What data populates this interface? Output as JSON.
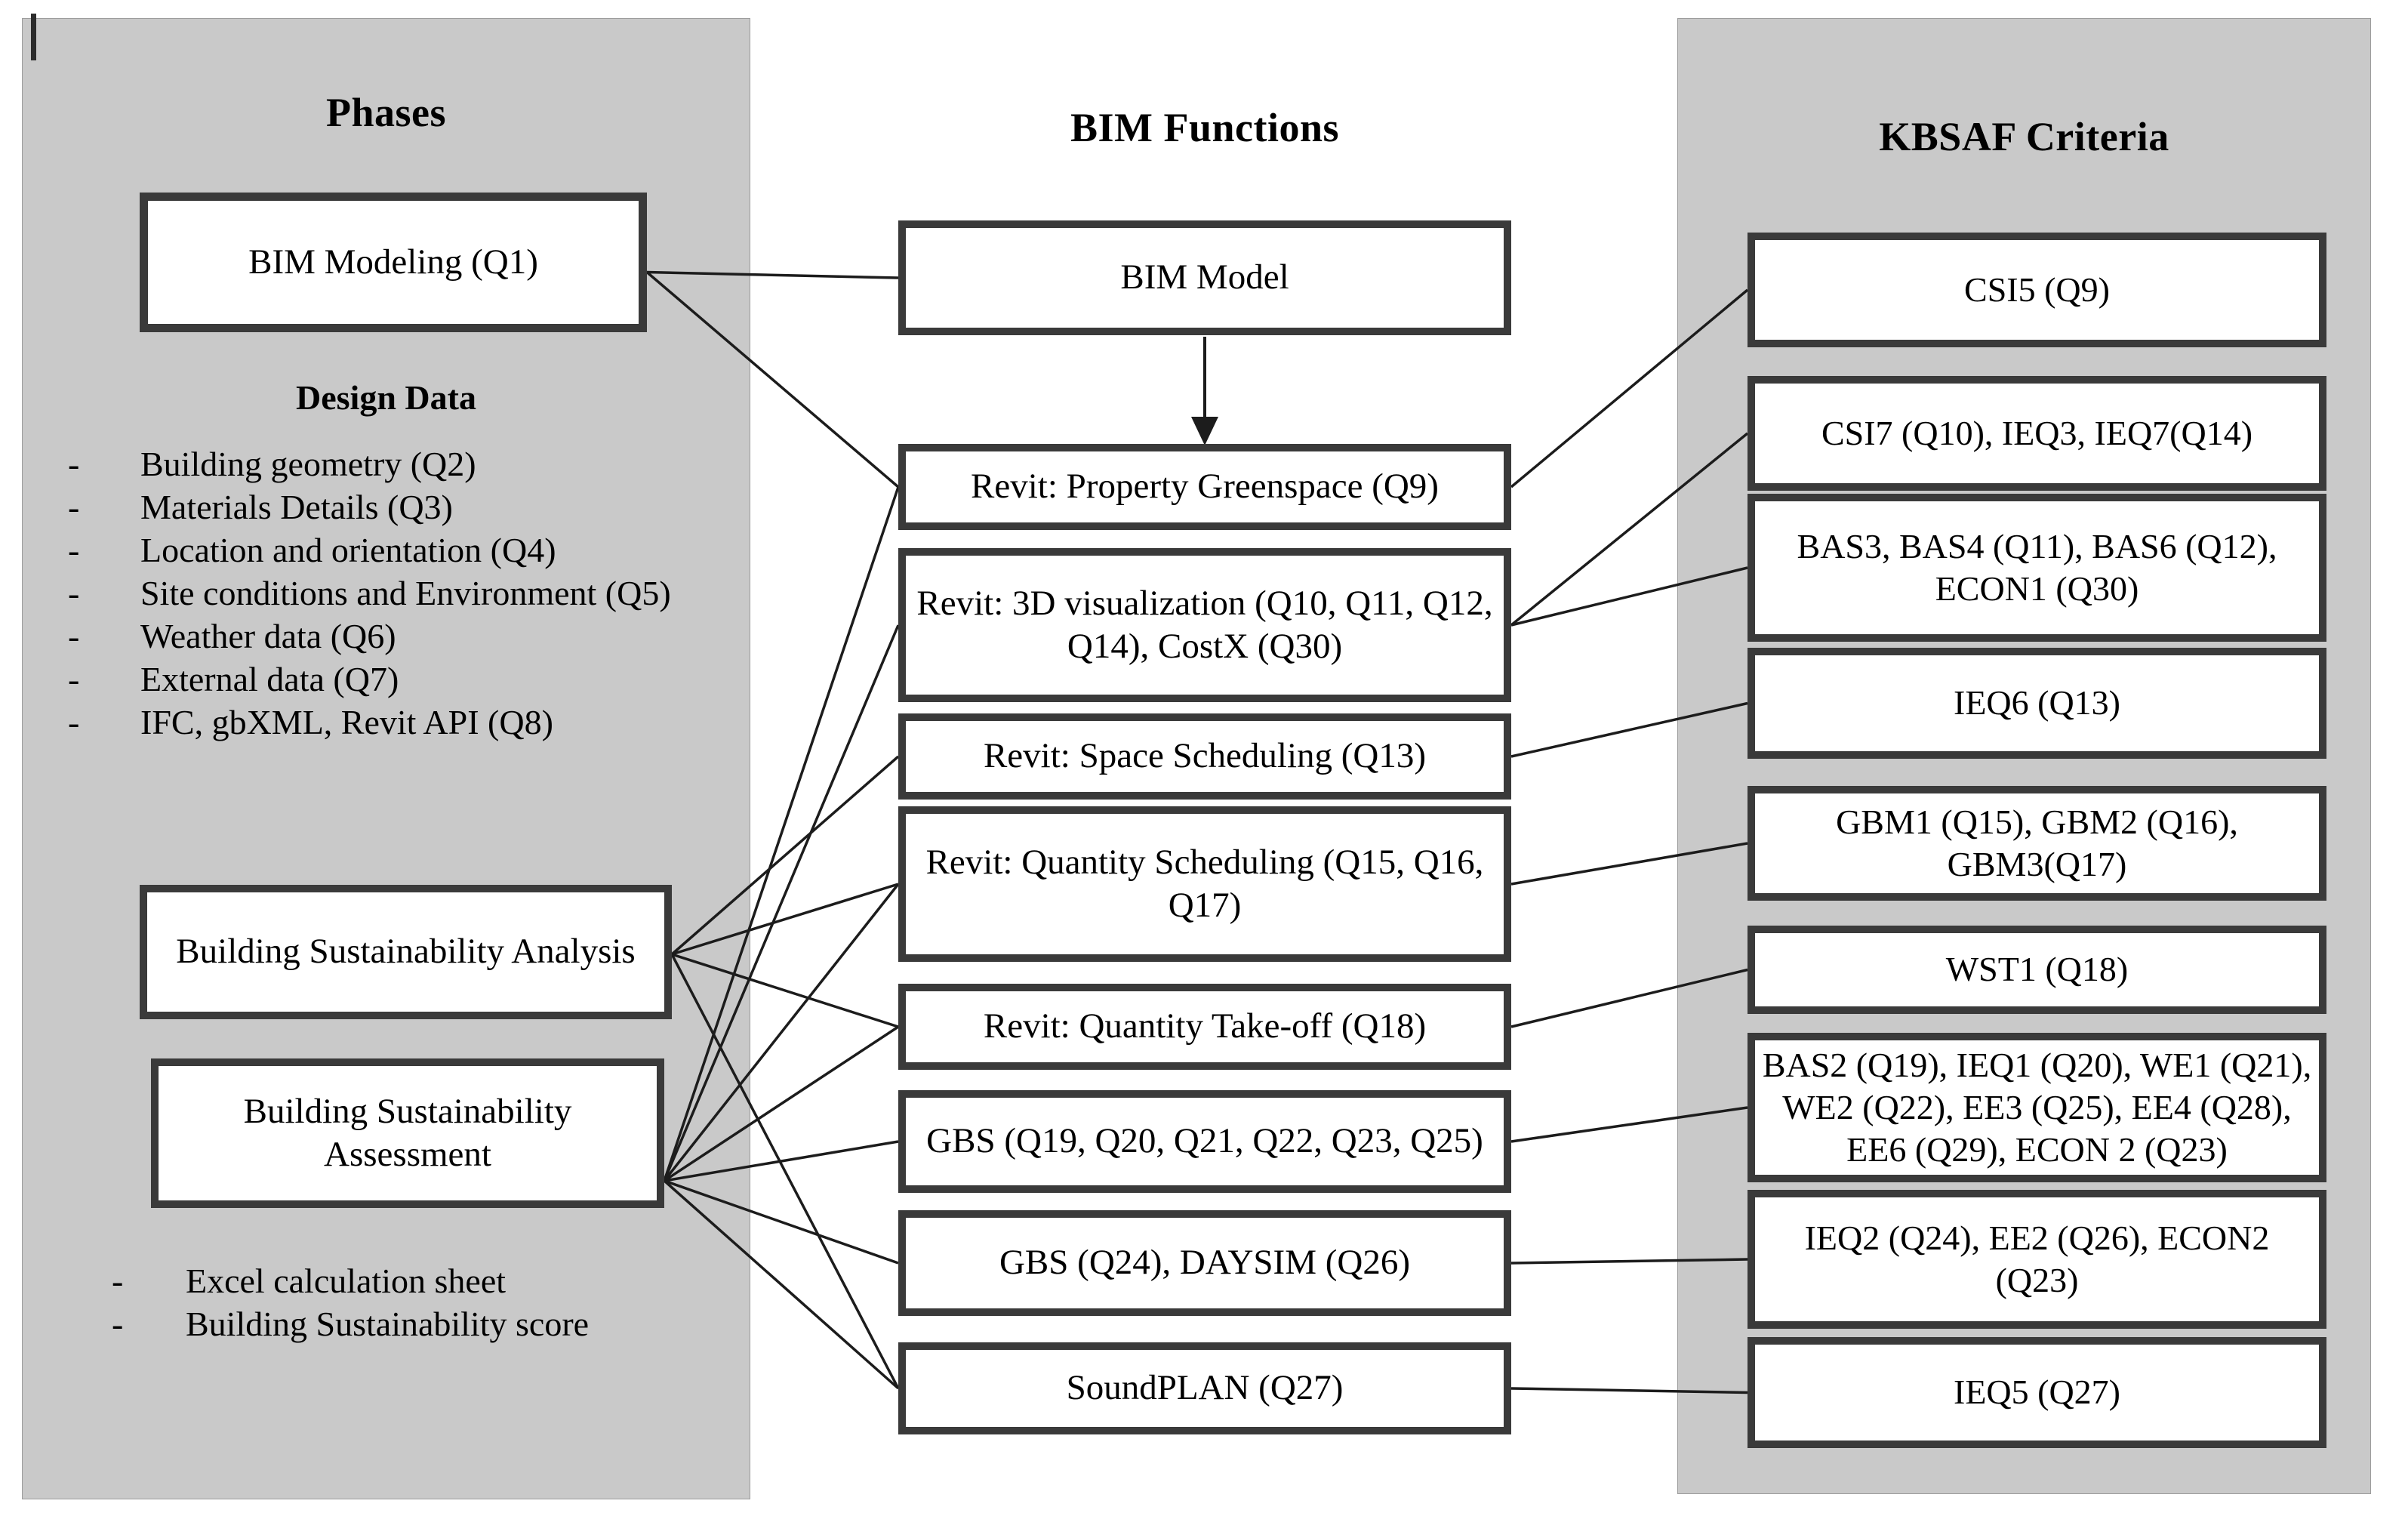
{
  "diagram": {
    "colors": {
      "panel_bg": "#c9c9c9",
      "box_border": "#3a3a3a",
      "line": "#1c1c1c"
    },
    "bullet": "-",
    "phases": {
      "title": "Phases",
      "bim_modeling_label": "BIM Modeling (Q1)",
      "design_data_title": "Design Data",
      "design_data_items": [
        "Building geometry (Q2)",
        "Materials Details (Q3)",
        "Location and orientation (Q4)",
        "Site conditions and Environment (Q5)",
        "Weather data (Q6)",
        "External data (Q7)",
        "IFC, gbXML, Revit API (Q8)"
      ],
      "analysis_label": "Building Sustainability Analysis",
      "assessment_label": "Building Sustainability Assessment",
      "output_items": [
        "Excel calculation sheet",
        "Building Sustainability score"
      ]
    },
    "bim_functions": {
      "title": "BIM Functions",
      "boxes": [
        "BIM Model",
        "Revit: Property Greenspace (Q9)",
        "Revit: 3D visualization (Q10, Q11, Q12, Q14), CostX (Q30)",
        "Revit: Space Scheduling (Q13)",
        "Revit: Quantity Scheduling (Q15, Q16, Q17)",
        "Revit: Quantity Take-off (Q18)",
        "GBS (Q19, Q20, Q21, Q22, Q23, Q25)",
        "GBS (Q24), DAYSIM (Q26)",
        "SoundPLAN (Q27)"
      ]
    },
    "kbsaf": {
      "title": "KBSAF Criteria",
      "boxes": [
        "CSI5 (Q9)",
        "CSI7 (Q10), IEQ3, IEQ7(Q14)",
        "BAS3, BAS4 (Q11), BAS6 (Q12), ECON1 (Q30)",
        "IEQ6 (Q13)",
        "GBM1 (Q15), GBM2 (Q16), GBM3(Q17)",
        "WST1 (Q18)",
        "BAS2 (Q19), IEQ1 (Q20), WE1 (Q21), WE2 (Q22), EE3 (Q25), EE4 (Q28), EE6 (Q29), ECON 2 (Q23)",
        "IEQ2 (Q24), EE2 (Q26), ECON2 (Q23)",
        "IEQ5 (Q27)"
      ]
    },
    "edges": [
      {
        "from": "bim_modeling",
        "to": "mid0"
      },
      {
        "from": "bim_modeling",
        "to": "mid1"
      },
      {
        "from": "assessment",
        "to": "mid1"
      },
      {
        "from": "assessment",
        "to": "mid2"
      },
      {
        "from": "analysis",
        "to": "mid3"
      },
      {
        "from": "analysis",
        "to": "mid4"
      },
      {
        "from": "assessment",
        "to": "mid4"
      },
      {
        "from": "analysis",
        "to": "mid5"
      },
      {
        "from": "assessment",
        "to": "mid5"
      },
      {
        "from": "assessment",
        "to": "mid6"
      },
      {
        "from": "assessment",
        "to": "mid7"
      },
      {
        "from": "analysis",
        "to": "mid8"
      },
      {
        "from": "assessment",
        "to": "mid8"
      },
      {
        "from": "mid1",
        "to": "right0"
      },
      {
        "from": "mid2",
        "to": "right1"
      },
      {
        "from": "mid2",
        "to": "right2"
      },
      {
        "from": "mid3",
        "to": "right3"
      },
      {
        "from": "mid4",
        "to": "right4"
      },
      {
        "from": "mid5",
        "to": "right5"
      },
      {
        "from": "mid6",
        "to": "right6"
      },
      {
        "from": "mid7",
        "to": "right7"
      },
      {
        "from": "mid8",
        "to": "right8"
      }
    ]
  }
}
